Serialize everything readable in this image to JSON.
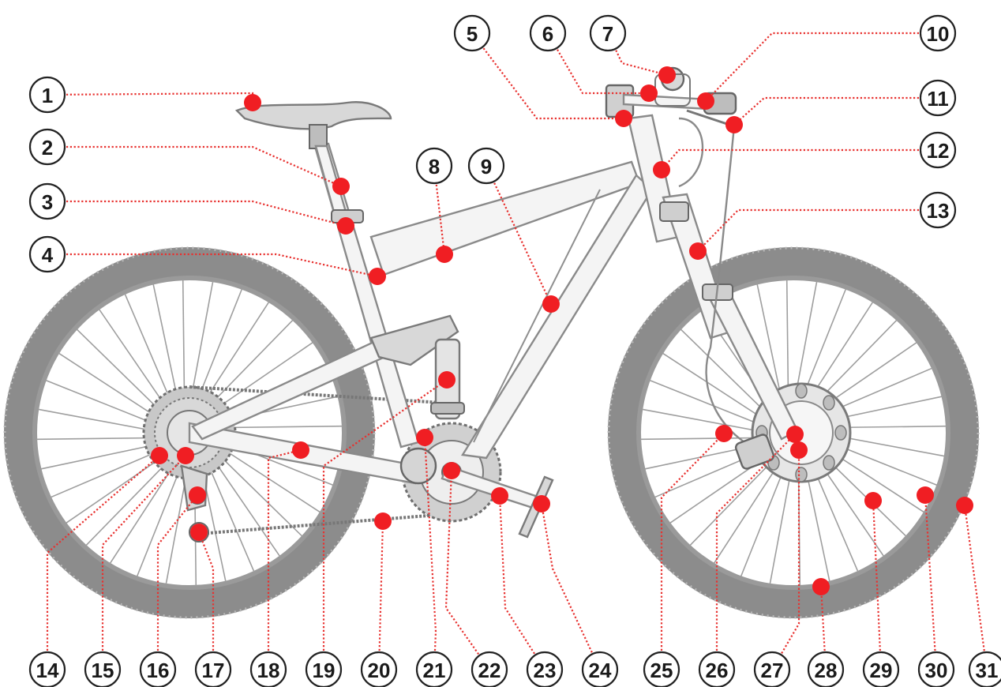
{
  "diagram": {
    "labels": [
      "1",
      "2",
      "3",
      "4",
      "5",
      "6",
      "7",
      "8",
      "9",
      "10",
      "11",
      "12",
      "13",
      "14",
      "15",
      "16",
      "17",
      "18",
      "19",
      "20",
      "21",
      "22",
      "23",
      "24",
      "25",
      "26",
      "27",
      "28",
      "29",
      "30",
      "31"
    ]
  },
  "colors": {
    "marker": "#f01e23",
    "leader": "#e8312f",
    "illustration": "#8f8f8f",
    "badge_outline": "#222222"
  }
}
